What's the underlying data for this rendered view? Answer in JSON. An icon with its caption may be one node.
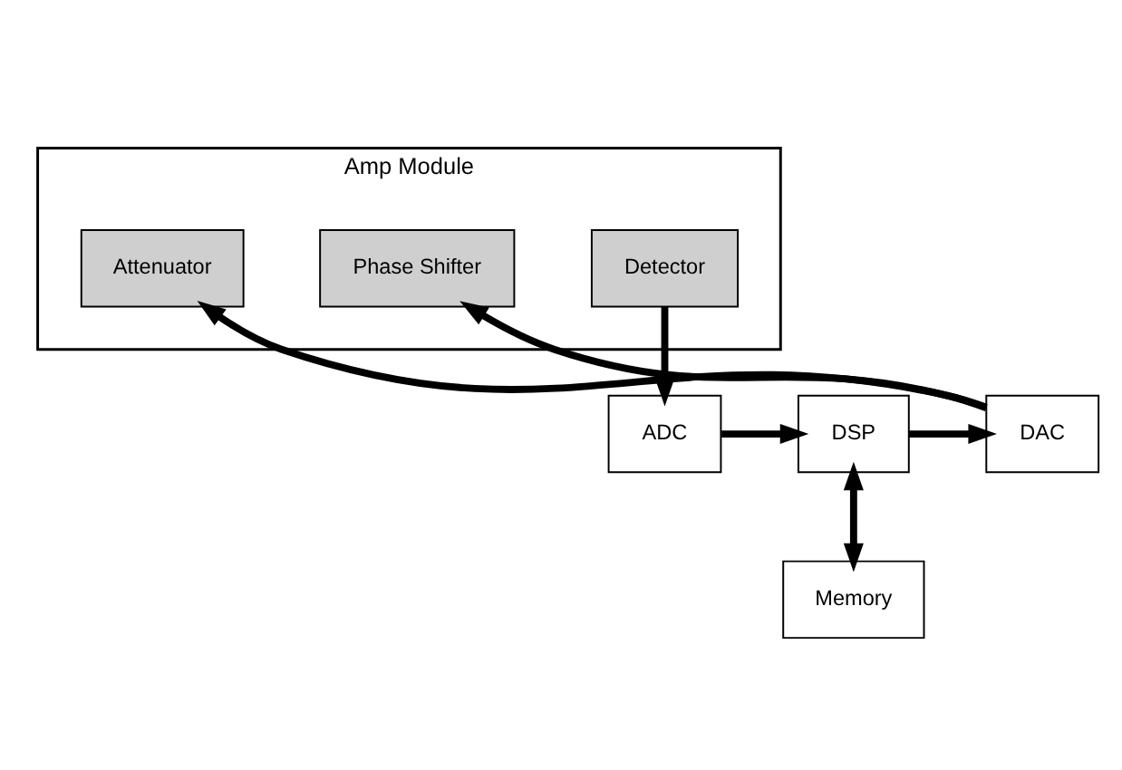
{
  "diagram": {
    "nodes": [
      {
        "text": [
          "Amp Module"
        ]
      },
      {
        "text": [
          "Detector"
        ],
        "in": 0
      },
      {
        "text": [
          "Phase Shifter"
        ],
        "in": 0
      },
      {
        "text": [
          "Attenuator"
        ],
        "in": 0
      },
      {
        "text": [
          "ADC"
        ]
      },
      {
        "text": [
          "DSP"
        ]
      },
      {
        "text": [
          "DAC"
        ]
      },
      {
        "text": [
          "Memory"
        ]
      }
    ],
    "edges": [
      {
        "from": 1,
        "to": 4,
        "arrow": "to"
      },
      {
        "from": 4,
        "to": 5,
        "arrow": "to"
      },
      {
        "from": 5,
        "to": 6,
        "arrow": "to"
      },
      {
        "from": 6,
        "to": 2,
        "arrow": "to"
      },
      {
        "from": 6,
        "to": 3,
        "arrow": "to"
      },
      {
        "from": 5,
        "to": 7,
        "arrow": "both"
      }
    ]
  }
}
